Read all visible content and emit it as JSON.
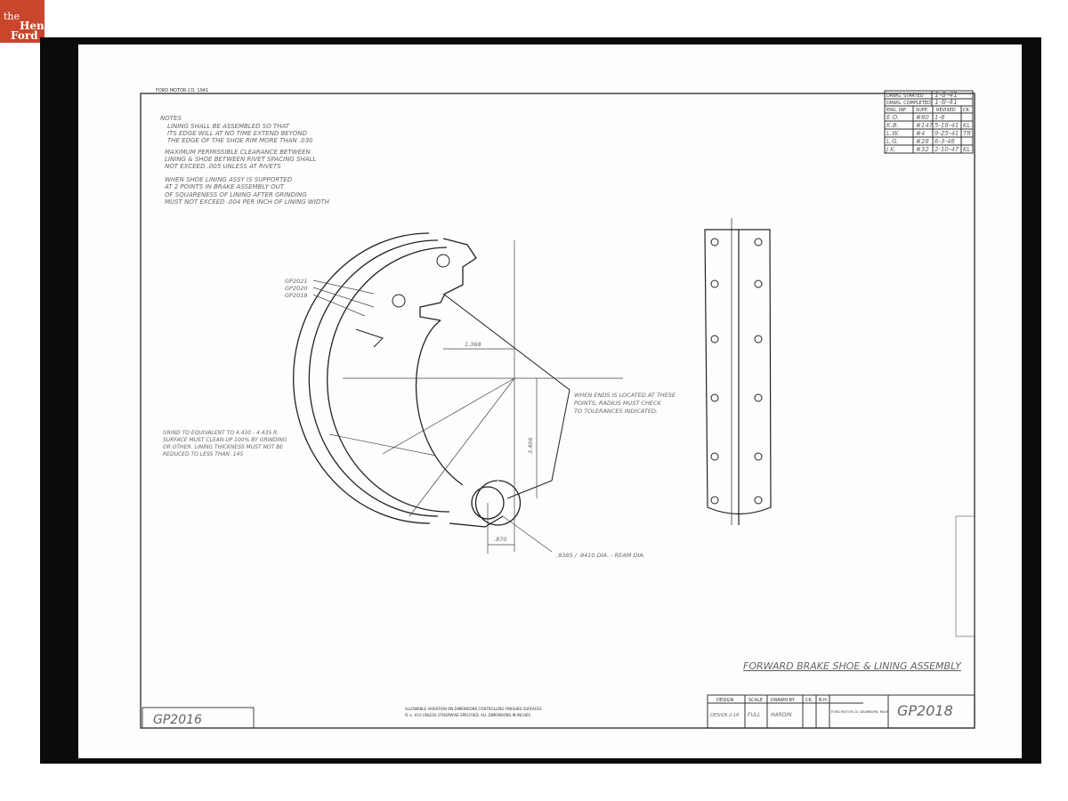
{
  "logo": {
    "line1": "the",
    "line2": "Henry",
    "line3": "Ford",
    "color": "#c9452b"
  },
  "drawing": {
    "title": "FORWARD BRAKE SHOE & LINING ASSEMBLY",
    "part_number": "GP2018",
    "sheet_ref": "GP2016",
    "notes_heading": "NOTES",
    "notes": [
      "LINING SHALL BE ASSEMBLED SO THAT",
      "ITS EDGE WILL AT NO TIME EXTEND BEYOND",
      "THE EDGE OF THE SHOE RIM MORE THAN .030",
      "MAXIMUM PERMISSIBLE CLEARANCE BETWEEN",
      "LINING & SHOE BETWEEN RIVET SPACING SHALL",
      "NOT EXCEED .005 UNLESS AT RIVETS",
      "WHEN SHOE LINING ASSY IS SUPPORTED",
      "AT 2 POINTS IN BRAKE ASSEMBLY OUT",
      "OF SQUARENESS OF LINING AFTER GRINDING",
      "MUST NOT EXCEED .004 PER INCH OF LINING WIDTH"
    ],
    "callouts": {
      "parts": [
        "GP2021",
        "GP2020",
        "GP2019"
      ],
      "dim_horizontal": "1.368",
      "dim_vertical": "3.406",
      "dim_bottom": ".870",
      "hole_dia": ".9385 / .9410 DIA. - REAM DIA.",
      "anchor_note": [
        "WHEN ENDS IS LOCATED AT THESE",
        "POINTS, RADIUS MUST CHECK",
        "TO TOLERANCES INDICATED."
      ],
      "grind_note": [
        "GRIND TO EQUIVALENT TO 4.430 - 4.435 R.",
        "SURFACE MUST CLEAN UP 100% BY GRINDING",
        "OR OTHER. LINING THICKNESS MUST NOT BE",
        "REDUCED TO LESS THAN .145"
      ]
    },
    "revision_block": {
      "started_label": "DRWG. STARTED",
      "started": "1-8-41",
      "completed_label": "DRWG. COMPLETED",
      "completed": "1-8-41",
      "headers": [
        "ENG. INF.",
        "SUPP.",
        "REVISED",
        "CK."
      ],
      "rows": [
        [
          "E.O.",
          "#80",
          "1-8",
          ""
        ],
        [
          "K.B.",
          "#147",
          "5-16-41",
          "KL"
        ],
        [
          "L.W.",
          "#4",
          "9-25-41",
          "TR"
        ],
        [
          "L.G.",
          "#28",
          "6-3-46",
          ""
        ],
        [
          "J.K.",
          "#32",
          "2-10-47",
          "KL"
        ]
      ]
    },
    "title_block": {
      "headers": [
        "DESIGN",
        "SCALE",
        "DRAWN BY",
        "CK.",
        "B.H."
      ],
      "values": [
        "DESIGN 2-18",
        "FULL",
        "HARDIN",
        "",
        ""
      ],
      "company": "FORD MOTOR CO. DEARBORN, MICH."
    },
    "footer_note": [
      "ALLOWABLE VARIATION ON DIMENSIONS CONTROLLING FINISHED SURFACES",
      "IS ± .010 UNLESS OTHERWISE SPECIFIED. ALL DIMENSIONS IN INCHES"
    ],
    "top_left_stamp": "FORD MOTOR CO. 1941"
  }
}
